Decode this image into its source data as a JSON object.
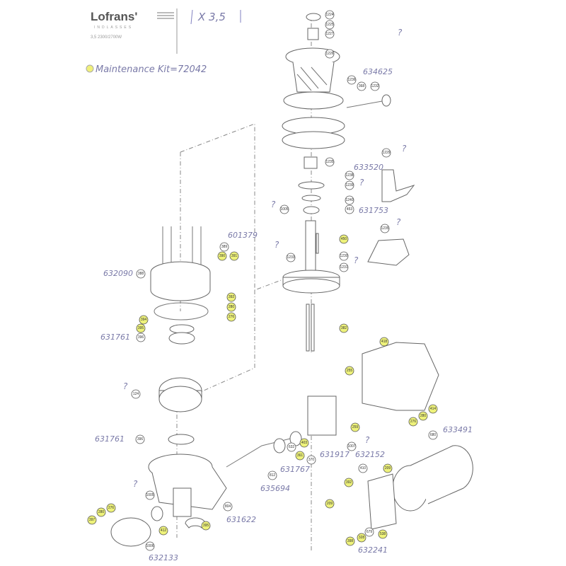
{
  "header": {
    "brand": "Lofrans'",
    "brand_sub": "INDLASSES",
    "model": "3,5 2300/2700W",
    "multiplier_note": "X 3,5",
    "maintenance_note": "Maintenance Kit=72042",
    "maintenance_marker_color": "#f0f07a"
  },
  "colors": {
    "highlight": "#eef27a",
    "plain": "#ffffff",
    "handwriting": "#7a7aa8"
  },
  "callouts": [
    {
      "n": "1224",
      "hl": false
    },
    {
      "n": "1225",
      "hl": false
    },
    {
      "n": "1227",
      "hl": false
    },
    {
      "n": "1226",
      "hl": false
    },
    {
      "n": "1236",
      "hl": false
    },
    {
      "n": "368",
      "hl": false
    },
    {
      "n": "1232",
      "hl": false
    },
    {
      "n": "1235",
      "hl": false
    },
    {
      "n": "1238",
      "hl": false
    },
    {
      "n": "1239",
      "hl": false
    },
    {
      "n": "1240",
      "hl": false
    },
    {
      "n": "453",
      "hl": false
    },
    {
      "n": "1229",
      "hl": false
    },
    {
      "n": "1005",
      "hl": false
    },
    {
      "n": "450",
      "hl": true
    },
    {
      "n": "1233",
      "hl": false
    },
    {
      "n": "1230",
      "hl": false
    },
    {
      "n": "1231",
      "hl": false
    },
    {
      "n": "382",
      "hl": true
    },
    {
      "n": "1235",
      "hl": false
    },
    {
      "n": "389",
      "hl": false
    },
    {
      "n": "390",
      "hl": true
    },
    {
      "n": "391",
      "hl": true
    },
    {
      "n": "388",
      "hl": false
    },
    {
      "n": "392",
      "hl": true
    },
    {
      "n": "280",
      "hl": true
    },
    {
      "n": "276",
      "hl": true
    },
    {
      "n": "394",
      "hl": true
    },
    {
      "n": "395",
      "hl": true
    },
    {
      "n": "396",
      "hl": false
    },
    {
      "n": "124",
      "hl": false
    },
    {
      "n": "396",
      "hl": false
    },
    {
      "n": "1005",
      "hl": false
    },
    {
      "n": "804",
      "hl": false
    },
    {
      "n": "812",
      "hl": false
    },
    {
      "n": "632",
      "hl": false
    },
    {
      "n": "403",
      "hl": true
    },
    {
      "n": "361",
      "hl": true
    },
    {
      "n": "370",
      "hl": false
    },
    {
      "n": "1007",
      "hl": false
    },
    {
      "n": "418",
      "hl": true
    },
    {
      "n": "255",
      "hl": true
    },
    {
      "n": "259",
      "hl": true
    },
    {
      "n": "414",
      "hl": true
    },
    {
      "n": "280",
      "hl": true
    },
    {
      "n": "276",
      "hl": true
    },
    {
      "n": "680",
      "hl": false
    },
    {
      "n": "410",
      "hl": false
    },
    {
      "n": "209",
      "hl": true
    },
    {
      "n": "392",
      "hl": true
    },
    {
      "n": "209",
      "hl": true
    },
    {
      "n": "679",
      "hl": false
    },
    {
      "n": "398",
      "hl": true
    },
    {
      "n": "328",
      "hl": true
    },
    {
      "n": "538",
      "hl": true
    },
    {
      "n": "397",
      "hl": true
    },
    {
      "n": "280",
      "hl": true
    },
    {
      "n": "276",
      "hl": true
    },
    {
      "n": "412",
      "hl": true
    },
    {
      "n": "395",
      "hl": true
    },
    {
      "n": "1006",
      "hl": false
    }
  ],
  "part_numbers": [
    "634625",
    "633520",
    "631753",
    "601379",
    "632090",
    "631761",
    "631761",
    "635694",
    "631767",
    "631917",
    "632152",
    "633491",
    "631622",
    "632133",
    "632241"
  ],
  "query_mark": "?"
}
